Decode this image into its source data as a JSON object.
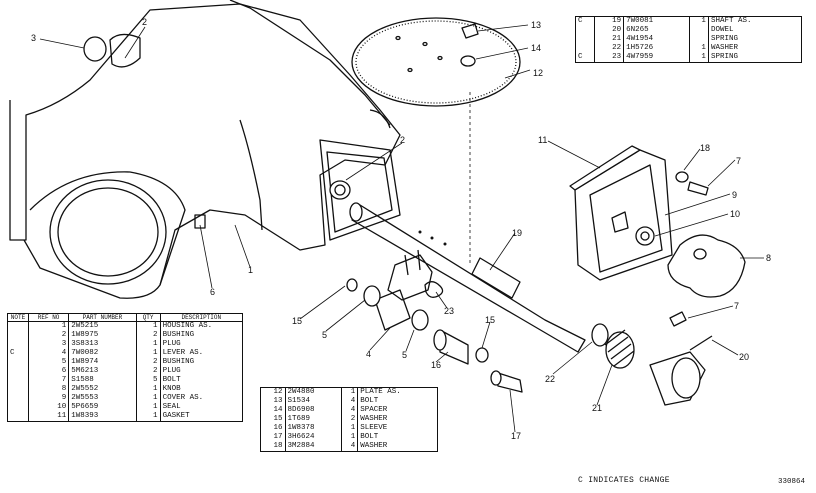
{
  "callouts": [
    "3",
    "2",
    "13",
    "14",
    "12",
    "2",
    "11",
    "18",
    "7",
    "9",
    "10",
    "8",
    "19",
    "6",
    "1",
    "15",
    "5",
    "4",
    "23",
    "5",
    "15",
    "16",
    "17",
    "22",
    "21",
    "20",
    "7"
  ],
  "table_main": {
    "headers": [
      "NOTE",
      "REF NO",
      "PART NUMBER",
      "QTY",
      "DESCRIPTION"
    ],
    "rows": [
      {
        "note": "",
        "ref": "1",
        "part": "2W5215",
        "qty": "1",
        "desc": "HOUSING AS."
      },
      {
        "note": "",
        "ref": "2",
        "part": "1W8975",
        "qty": "2",
        "desc": "BUSHING"
      },
      {
        "note": "",
        "ref": "3",
        "part": "3S8313",
        "qty": "1",
        "desc": "PLUG"
      },
      {
        "note": "C",
        "ref": "4",
        "part": "7W0082",
        "qty": "1",
        "desc": "LEVER AS."
      },
      {
        "note": "",
        "ref": "5",
        "part": "1W8974",
        "qty": "2",
        "desc": "BUSHING"
      },
      {
        "note": "",
        "ref": "6",
        "part": "5M6213",
        "qty": "2",
        "desc": "PLUG"
      },
      {
        "note": "",
        "ref": "7",
        "part": "S1588",
        "qty": "5",
        "desc": "BOLT"
      },
      {
        "note": "",
        "ref": "8",
        "part": "2W5552",
        "qty": "1",
        "desc": "KNOB"
      },
      {
        "note": "",
        "ref": "9",
        "part": "2W5553",
        "qty": "1",
        "desc": "COVER AS."
      },
      {
        "note": "",
        "ref": "10",
        "part": "5P6659",
        "qty": "1",
        "desc": "SEAL"
      },
      {
        "note": "",
        "ref": "11",
        "part": "1W8393",
        "qty": "1",
        "desc": "GASKET"
      }
    ]
  },
  "table_mid": {
    "rows": [
      {
        "ref": "12",
        "part": "2W4880",
        "qty": "1",
        "desc": "PLATE AS."
      },
      {
        "ref": "13",
        "part": "S1534",
        "qty": "4",
        "desc": "BOLT"
      },
      {
        "ref": "14",
        "part": "8D6908",
        "qty": "4",
        "desc": "SPACER"
      },
      {
        "ref": "15",
        "part": "1T689",
        "qty": "2",
        "desc": "WASHER"
      },
      {
        "ref": "16",
        "part": "1W8378",
        "qty": "1",
        "desc": "SLEEVE"
      },
      {
        "ref": "17",
        "part": "3H6624",
        "qty": "1",
        "desc": "BOLT"
      },
      {
        "ref": "18",
        "part": "3M2884",
        "qty": "4",
        "desc": "WASHER"
      }
    ]
  },
  "table_top": {
    "rows": [
      {
        "note": "C",
        "ref": "19",
        "part": "7W0081",
        "qty": "1",
        "desc": "SHAFT AS."
      },
      {
        "note": "",
        "ref": "20",
        "part": "6N265",
        "qty": "",
        "desc": "DOWEL"
      },
      {
        "note": "",
        "ref": "21",
        "part": "4W1954",
        "qty": "",
        "desc": "SPRING"
      },
      {
        "note": "",
        "ref": "22",
        "part": "1H5726",
        "qty": "1",
        "desc": "WASHER"
      },
      {
        "note": "C",
        "ref": "23",
        "part": "4W7959",
        "qty": "1",
        "desc": "SPRING"
      }
    ]
  },
  "legend": "C   INDICATES CHANGE",
  "figure_id": "330864"
}
